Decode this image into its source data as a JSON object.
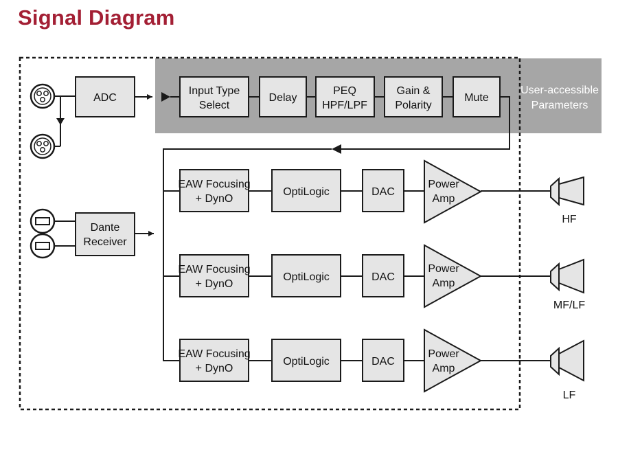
{
  "title": "Signal Diagram",
  "user_region_label": [
    "User-accessible",
    "Parameters"
  ],
  "input_chain": {
    "adc": "ADC",
    "input_type": [
      "Input Type",
      "Select"
    ],
    "delay": "Delay",
    "peq": [
      "PEQ",
      "HPF/LPF"
    ],
    "gain": [
      "Gain &",
      "Polarity"
    ],
    "mute": "Mute"
  },
  "dante_receiver": [
    "Dante",
    "Receiver"
  ],
  "output_chains": [
    {
      "focusing": [
        "EAW Focusing",
        "+ DynO"
      ],
      "optilogic": "OptiLogic",
      "dac": "DAC",
      "amp": [
        "Power",
        "Amp"
      ],
      "speaker": "HF"
    },
    {
      "focusing": [
        "EAW Focusing",
        "+ DynO"
      ],
      "optilogic": "OptiLogic",
      "dac": "DAC",
      "amp": [
        "Power",
        "Amp"
      ],
      "speaker": "MF/LF"
    },
    {
      "focusing": [
        "EAW Focusing",
        "+ DynO"
      ],
      "optilogic": "OptiLogic",
      "dac": "DAC",
      "amp": [
        "Power",
        "Amp"
      ],
      "speaker": "LF"
    }
  ],
  "colors": {
    "title": "#a31f34",
    "user_region_fill": "#a6a6a6",
    "block_fill": "#e5e5e5",
    "user_region_text": "#ffffff"
  }
}
